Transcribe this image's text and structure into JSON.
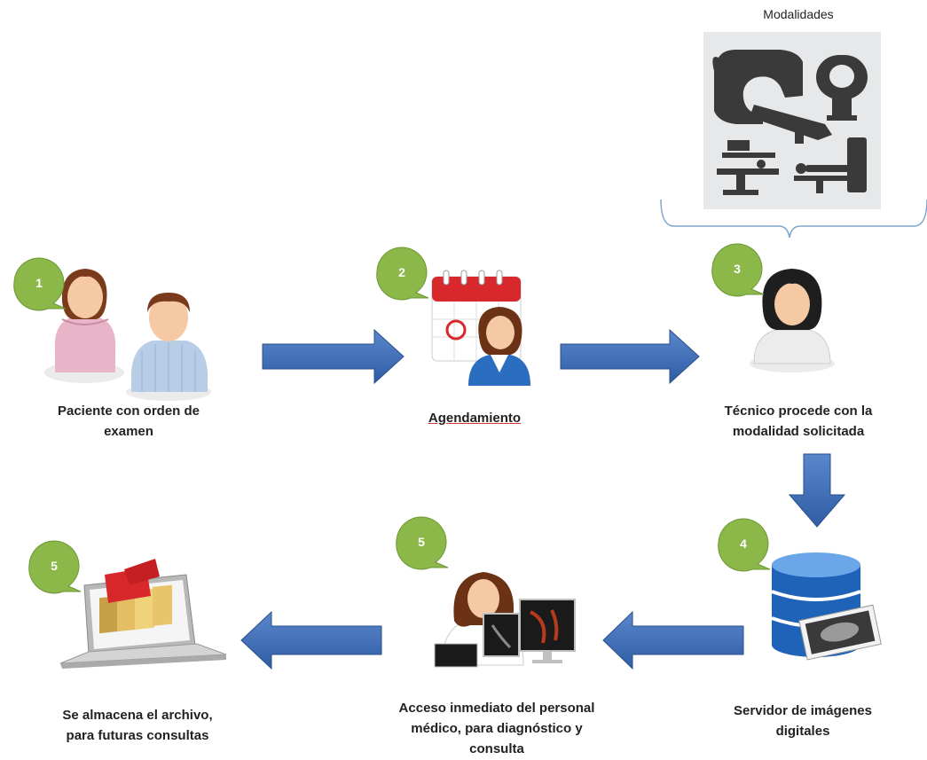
{
  "modalities": {
    "title": "Modalidades"
  },
  "steps": [
    {
      "number": "1",
      "label_line1": "Paciente con orden de",
      "label_line2": "examen"
    },
    {
      "number": "2",
      "label_line1": "Agendamiento"
    },
    {
      "number": "3",
      "label_line1": "Técnico procede con la",
      "label_line2": "modalidad solicitada"
    },
    {
      "number": "4",
      "label_line1": "Servidor de imágenes",
      "label_line2": "digitales"
    },
    {
      "number": "5",
      "label_line1": "Acceso inmediato del personal",
      "label_line2": "médico,  para diagnóstico y",
      "label_line3": "consulta"
    },
    {
      "number": "5",
      "label_line1": "Se almacena el archivo,",
      "label_line2": "para futuras consultas"
    }
  ],
  "colors": {
    "arrow": "#3d6db5",
    "arrow_dark": "#2a4f8a",
    "bubble": "#8cb849",
    "bracket": "#7fa6cc",
    "modality_panel": "#e6e8ea",
    "modality_icon": "#3a3a3a"
  },
  "icons": {
    "step1": "patients-icon",
    "step2": "calendar-receptionist-icon",
    "step3": "technician-icon",
    "step4": "database-server-icon",
    "step5a": "doctor-monitors-icon",
    "step5b": "laptop-folders-icon",
    "modalities": [
      "ct-scanner-icon",
      "mri-icon",
      "xray-table-icon",
      "scanner-bed-icon"
    ]
  }
}
